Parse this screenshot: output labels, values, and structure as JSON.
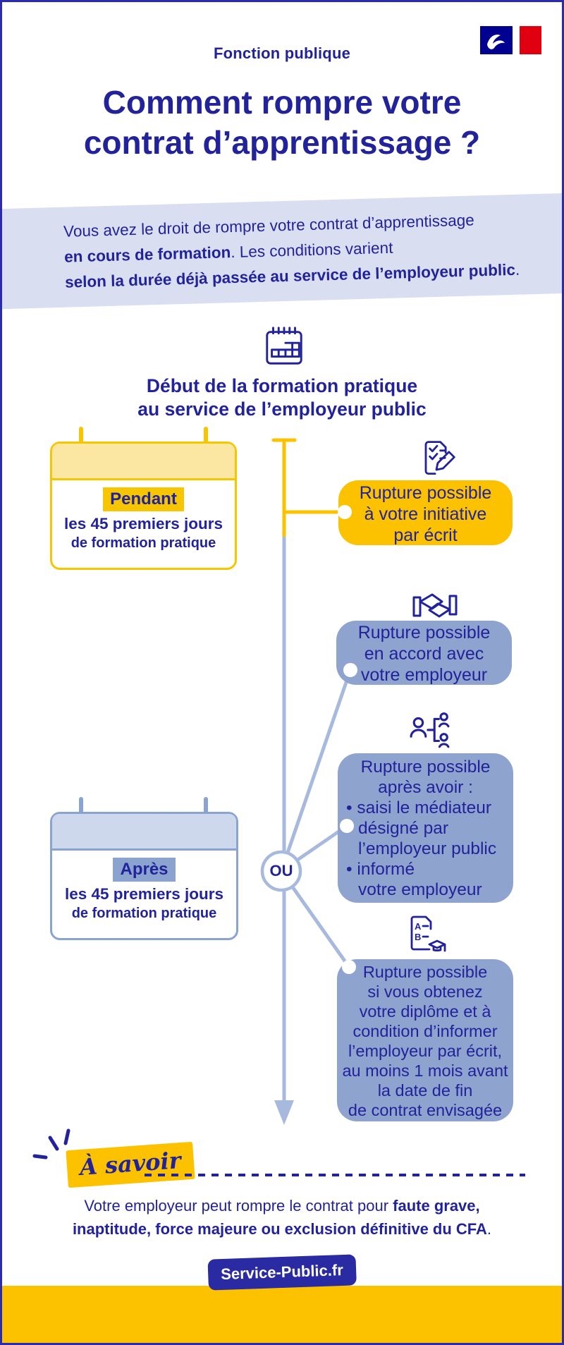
{
  "colors": {
    "navy": "#22229b",
    "gold": "#fcc200",
    "gold_border": "#f7c600",
    "light_yellow_strip": "#fbe7a2",
    "slate_blue_box": "#8ea4ce",
    "slate_blue_border": "#8ba4cf",
    "light_blue_strip": "#cdd8ed",
    "banner_background": "#d9dff1",
    "connector_blue": "#a7bade",
    "flag_blue": "#000091",
    "flag_red": "#e1000f",
    "badge_background": "#2a2aa2"
  },
  "header": {
    "kicker": "Fonction publique",
    "title_lines": [
      "Comment rompre votre",
      "contrat d’apprentissage ?"
    ]
  },
  "intro": {
    "lines": [
      [
        {
          "t": "Vous avez le droit de rompre votre contrat d’apprentissage",
          "b": false
        }
      ],
      [
        {
          "t": "en cours de formation",
          "b": true
        },
        {
          "t": ". Les conditions varient",
          "b": false
        }
      ],
      [
        {
          "t": "selon la durée déjà passée au service de l’employeur public",
          "b": true
        },
        {
          "t": ".",
          "b": false
        }
      ]
    ]
  },
  "timeline": {
    "heading_lines": [
      "Début de la formation pratique",
      "au service de l’employeur public"
    ],
    "or_label": "OU"
  },
  "during_card": {
    "highlight": "Pendant",
    "line2": "les 45 premiers jours",
    "line3": "de formation pratique"
  },
  "after_card": {
    "highlight": "Après",
    "line2": "les 45 premiers jours",
    "line3": "de formation pratique"
  },
  "outcomes": {
    "initiative": {
      "lines": [
        "Rupture possible",
        "à votre initiative",
        "par écrit"
      ]
    },
    "agreement": {
      "lines": [
        "Rupture possible",
        "en accord avec",
        "votre employeur"
      ]
    },
    "mediator": {
      "lines": [
        {
          "t": "Rupture possible",
          "cls": "c"
        },
        {
          "t": "après avoir :",
          "cls": "c"
        },
        {
          "t": "• saisi le médiateur",
          "cls": "bullet"
        },
        {
          "t": "désigné par",
          "cls": "indent"
        },
        {
          "t": "l’employeur public",
          "cls": "indent"
        },
        {
          "t": "• informé",
          "cls": "bullet"
        },
        {
          "t": "votre employeur",
          "cls": "indent"
        }
      ]
    },
    "diploma": {
      "lines": [
        "Rupture possible",
        "si vous obtenez",
        "votre diplôme et à",
        "condition d’informer",
        "l’employeur par écrit,",
        "au moins 1 mois avant",
        "la date de fin",
        "de contrat envisagée"
      ]
    }
  },
  "note": {
    "tag": "À savoir",
    "lines": [
      [
        {
          "t": "Votre employeur peut rompre le contrat pour ",
          "b": false
        },
        {
          "t": "faute grave,",
          "b": true
        }
      ],
      [
        {
          "t": "inaptitude, force majeure ou exclusion définitive du CFA",
          "b": true
        },
        {
          "t": ".",
          "b": false
        }
      ]
    ]
  },
  "footer": {
    "badge": "Service-Public.fr"
  }
}
